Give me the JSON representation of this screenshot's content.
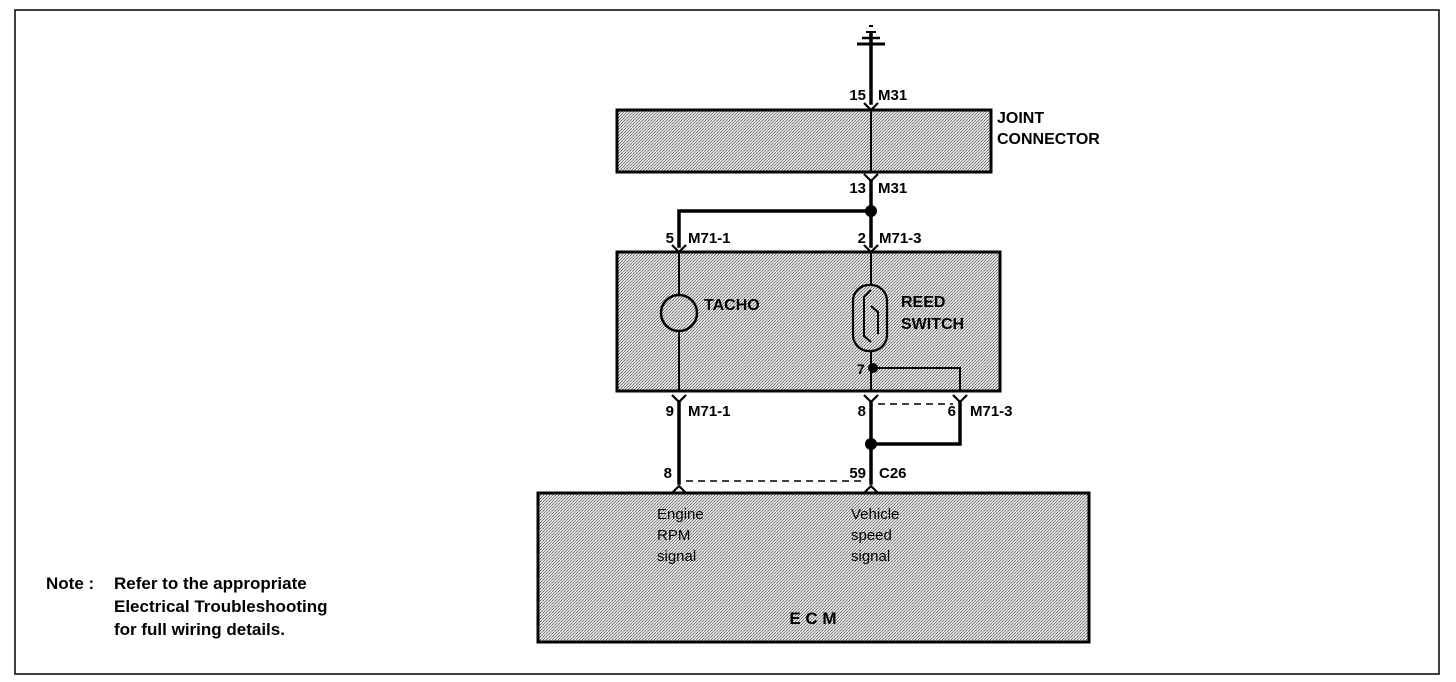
{
  "joint_connector": {
    "label_line1": "JOINT",
    "label_line2": "CONNECTOR",
    "top_pin": "15",
    "top_connector": "M31",
    "bottom_pin": "13",
    "bottom_connector": "M31"
  },
  "meter": {
    "left_top_pin": "5",
    "left_top_connector": "M71-1",
    "right_top_pin": "2",
    "right_top_connector": "M71-3",
    "tacho_label": "TACHO",
    "reed_label_line1": "REED",
    "reed_label_line2": "SWITCH",
    "inner_pin": "7",
    "left_bottom_pin": "9",
    "left_bottom_connector": "M71-1",
    "mid_bottom_pin": "8",
    "right_bottom_pin": "6",
    "right_bottom_connector": "M71-3"
  },
  "ecm": {
    "left_pin": "8",
    "right_pin": "59",
    "right_connector": "C26",
    "rpm_line1": "Engine",
    "rpm_line2": "RPM",
    "rpm_line3": "signal",
    "speed_line1": "Vehicle",
    "speed_line2": "speed",
    "speed_line3": "signal",
    "label": "E C M"
  },
  "note": {
    "prefix": "Note :",
    "line1": "Refer to the appropriate",
    "line2": "Electrical Troubleshooting",
    "line3": "for full wiring details."
  }
}
